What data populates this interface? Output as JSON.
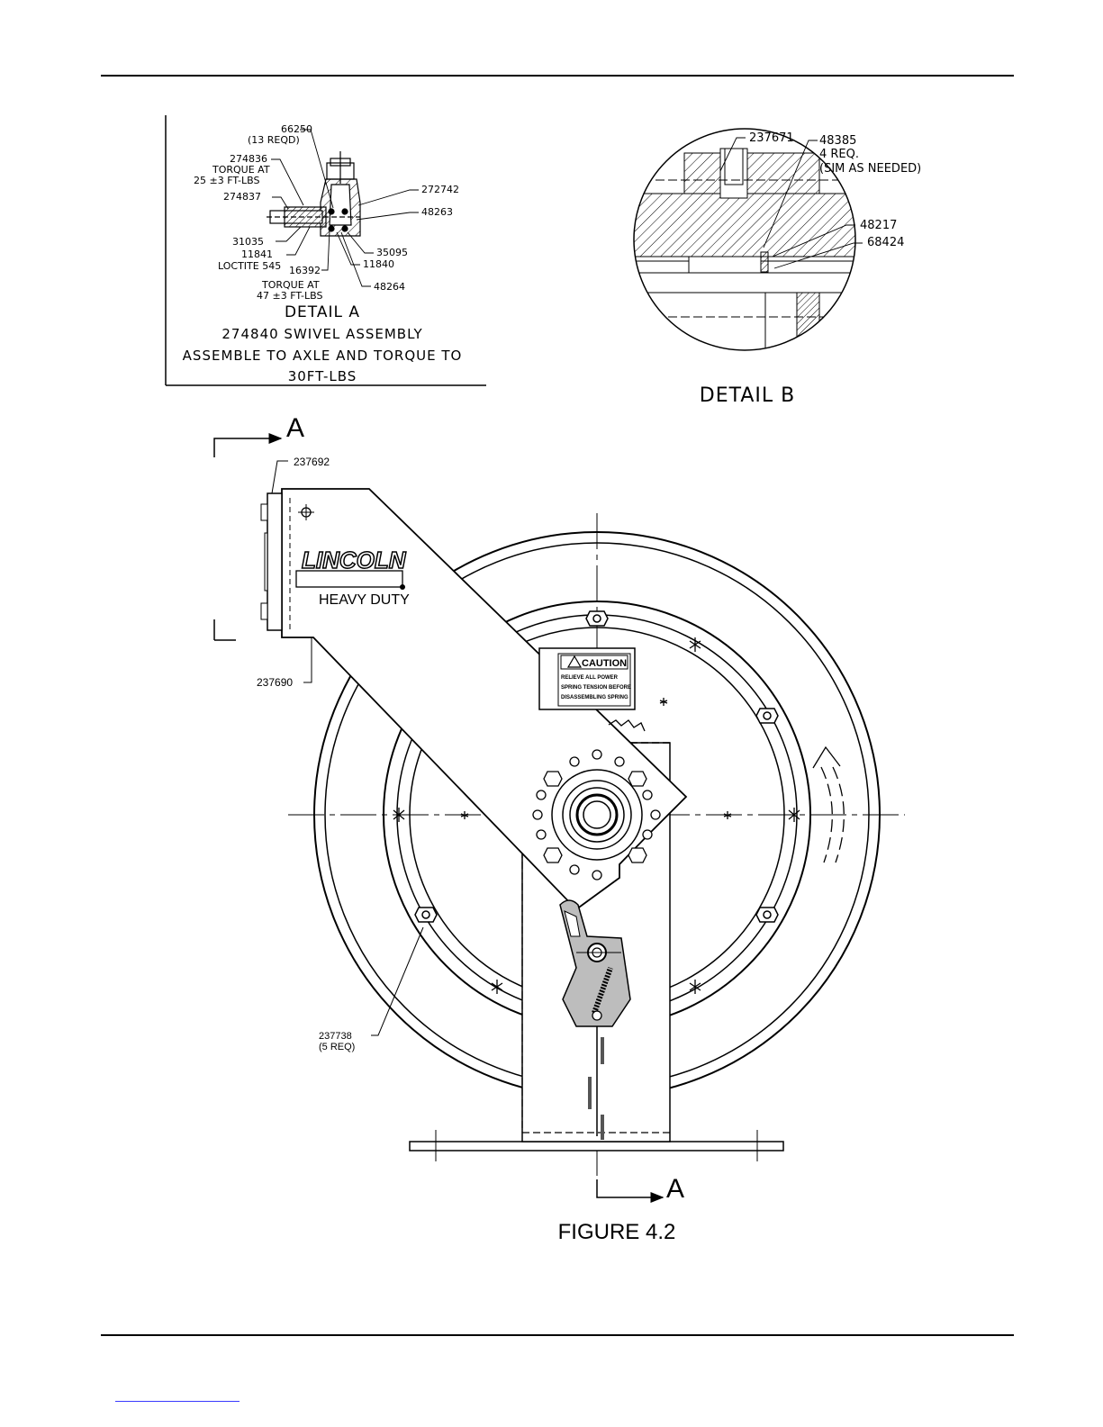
{
  "detail_a": {
    "callouts": {
      "c66250": "66250",
      "c66250_qty": "(13 REQD)",
      "c274836": "274836",
      "c274836_torque1": "TORQUE AT",
      "c274836_torque2": "25 ±3 FT-LBS",
      "c274837": "274837",
      "c272742": "272742",
      "c48263": "48263",
      "c31035": "31035",
      "c11841": "11841",
      "c11841_note": "LOCTITE 545",
      "c35095": "35095",
      "c11840": "11840",
      "c16392": "16392",
      "c16392_torque1": "TORQUE AT",
      "c16392_torque2": "47 ±3 FT-LBS",
      "c48264": "48264"
    },
    "title": "DETAIL A",
    "caption1": "274840 SWIVEL ASSEMBLY",
    "caption2": "ASSEMBLE TO AXLE AND TORQUE TO",
    "caption3": "30FT-LBS"
  },
  "detail_b": {
    "callouts": {
      "c237671": "237671",
      "c48385": "48385",
      "c48385_qty": "4 REQ.",
      "c48385_note": "(SIM AS NEEDED)",
      "c48217": "48217",
      "c68424": "68424"
    },
    "title": "DETAIL B"
  },
  "main": {
    "section_label_top": "A",
    "section_label_bottom": "A",
    "c237692": "237692",
    "c237690": "237690",
    "c237738": "237738",
    "c237738_qty": "(5 REQ)",
    "brand": "LINCOLN",
    "brand_sub": "HEAVY DUTY",
    "caution_title": "CAUTION",
    "caution_line1": "RELIEVE ALL POWER",
    "caution_line2": "SPRING TENSION BEFORE",
    "caution_line3": "DISASSEMBLING SPRING",
    "figure_caption": "FIGURE 4.2"
  }
}
